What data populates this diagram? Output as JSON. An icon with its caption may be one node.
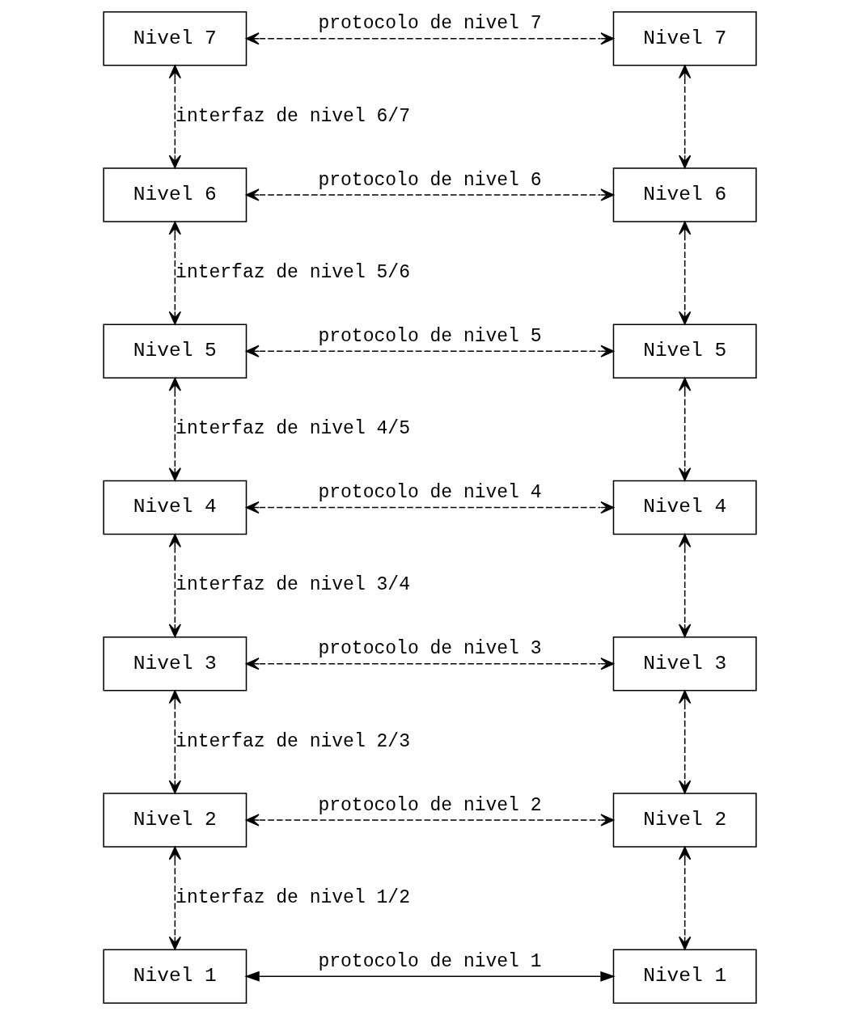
{
  "diagram": {
    "nodes": [
      {
        "text": [
          "Nivel 7"
        ]
      },
      {
        "text": [
          "Nivel 7"
        ]
      },
      {
        "text": [
          "Nivel 6"
        ]
      },
      {
        "text": [
          "Nivel 6"
        ]
      },
      {
        "text": [
          "Nivel 5"
        ]
      },
      {
        "text": [
          "Nivel 5"
        ]
      },
      {
        "text": [
          "Nivel 4"
        ]
      },
      {
        "text": [
          "Nivel 4"
        ]
      },
      {
        "text": [
          "Nivel 3"
        ]
      },
      {
        "text": [
          "Nivel 3"
        ]
      },
      {
        "text": [
          "Nivel 2"
        ]
      },
      {
        "text": [
          "Nivel 2"
        ]
      },
      {
        "text": [
          "Nivel 1"
        ]
      },
      {
        "text": [
          "Nivel 1"
        ]
      }
    ],
    "edges": [
      {
        "from": 0,
        "to": 1,
        "arrow": "both",
        "style": "dashed",
        "label": "protocolo de nivel 7"
      },
      {
        "from": 0,
        "to": 2,
        "arrow": "both",
        "style": "dashed",
        "label": "interfaz de nivel 6/7"
      },
      {
        "from": 1,
        "to": 3,
        "arrow": "both",
        "style": "dashed"
      },
      {
        "from": 2,
        "to": 3,
        "arrow": "both",
        "style": "dashed",
        "label": "protocolo de nivel 6"
      },
      {
        "from": 2,
        "to": 4,
        "arrow": "both",
        "style": "dashed",
        "label": "interfaz de nivel 5/6"
      },
      {
        "from": 3,
        "to": 5,
        "arrow": "both",
        "style": "dashed"
      },
      {
        "from": 4,
        "to": 5,
        "arrow": "both",
        "style": "dashed",
        "label": "protocolo de nivel 5"
      },
      {
        "from": 4,
        "to": 6,
        "arrow": "both",
        "style": "dashed",
        "label": "interfaz de nivel 4/5"
      },
      {
        "from": 5,
        "to": 7,
        "arrow": "both",
        "style": "dashed"
      },
      {
        "from": 6,
        "to": 7,
        "arrow": "both",
        "style": "dashed",
        "label": "protocolo de nivel 4"
      },
      {
        "from": 6,
        "to": 8,
        "arrow": "both",
        "style": "dashed",
        "label": "interfaz de nivel 3/4"
      },
      {
        "from": 7,
        "to": 9,
        "arrow": "both",
        "style": "dashed"
      },
      {
        "from": 8,
        "to": 9,
        "arrow": "both",
        "style": "dashed",
        "label": "protocolo de nivel 3"
      },
      {
        "from": 8,
        "to": 10,
        "arrow": "both",
        "style": "dashed",
        "label": "interfaz de nivel 2/3"
      },
      {
        "from": 9,
        "to": 11,
        "arrow": "both",
        "style": "dashed"
      },
      {
        "from": 10,
        "to": 11,
        "arrow": "both",
        "style": "dashed",
        "label": "protocolo de nivel 2"
      },
      {
        "from": 10,
        "to": 12,
        "arrow": "both",
        "style": "dashed",
        "label": "interfaz de nivel 1/2"
      },
      {
        "from": 11,
        "to": 13,
        "arrow": "both",
        "style": "dashed"
      },
      {
        "from": 12,
        "to": 13,
        "arrow": "both",
        "label": "protocolo de nivel 1"
      }
    ]
  }
}
